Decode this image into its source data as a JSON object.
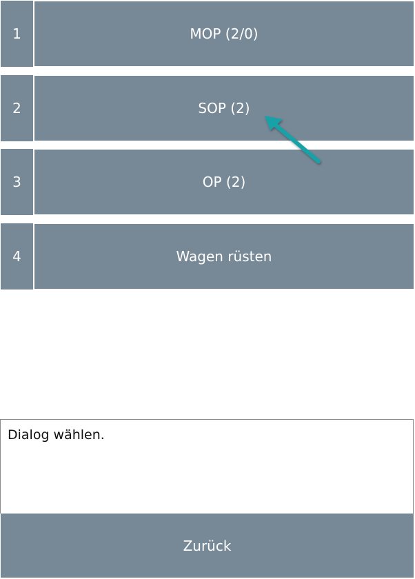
{
  "menu": {
    "items": [
      {
        "number": "1",
        "label": "MOP (2/0)"
      },
      {
        "number": "2",
        "label": "SOP (2)"
      },
      {
        "number": "3",
        "label": "OP (2)"
      },
      {
        "number": "4",
        "label": "Wagen rüsten"
      }
    ]
  },
  "message": {
    "text": "Dialog wählen."
  },
  "footer": {
    "back_label": "Zurück"
  },
  "colors": {
    "button": "#778897",
    "arrow": "#17a2a6"
  },
  "annotation": {
    "icon": "arrow-icon",
    "target": "SOP (2)"
  }
}
